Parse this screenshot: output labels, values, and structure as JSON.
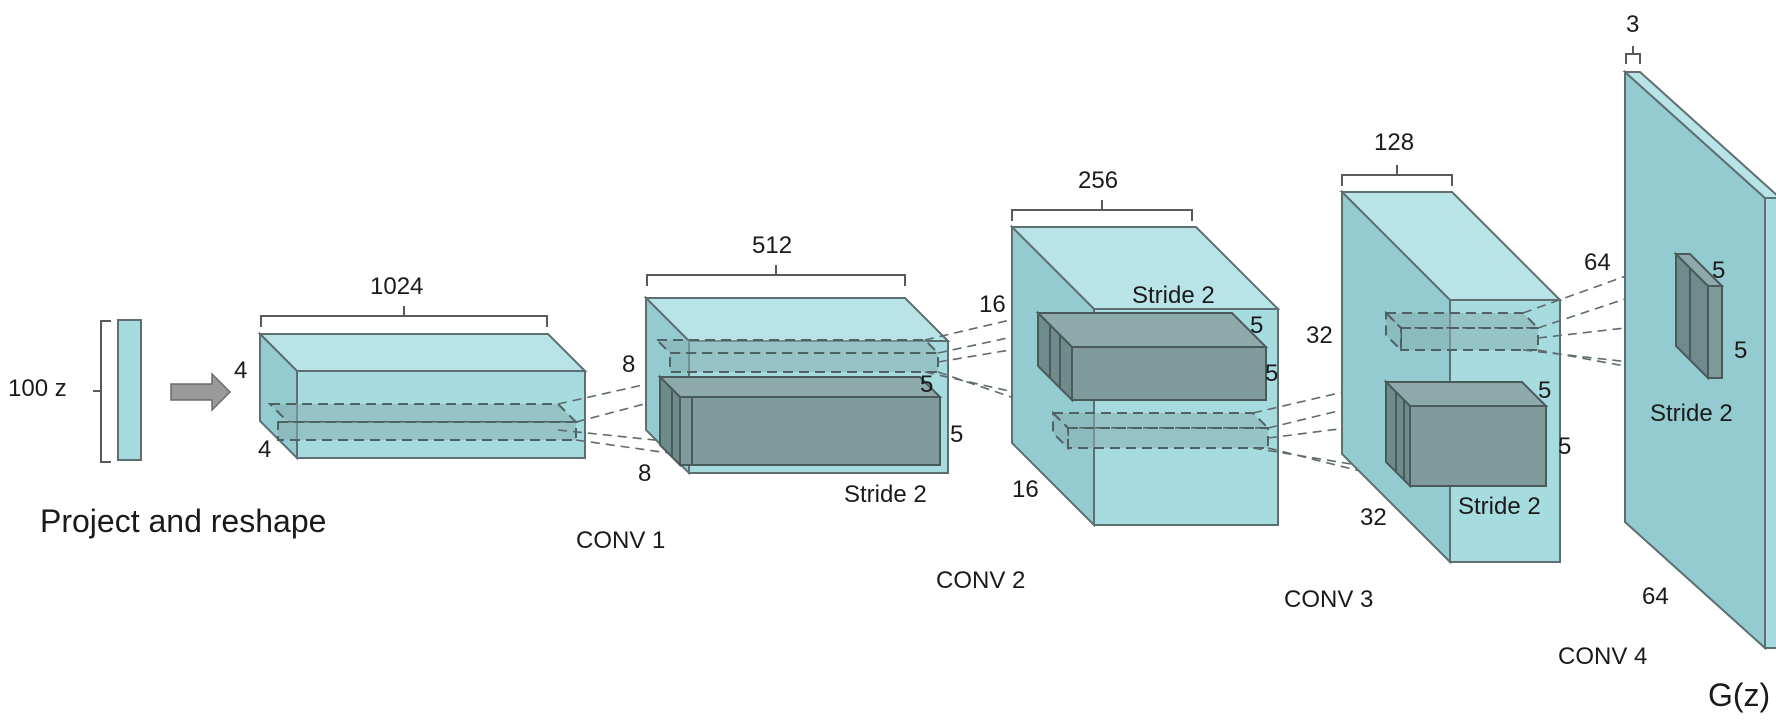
{
  "input": {
    "label": "100 z",
    "caption": "Project and reshape"
  },
  "layers": [
    {
      "id": "proj",
      "depth_label": "1024",
      "height_label": "4",
      "width_label": "4",
      "conv_label": ""
    },
    {
      "id": "conv1",
      "depth_label": "512",
      "height_label": "8",
      "width_label": "8",
      "conv_label": "CONV 1",
      "kernel_labels": [
        "5",
        "5"
      ],
      "stride_label": "Stride 2"
    },
    {
      "id": "conv2",
      "depth_label": "256",
      "height_label": "16",
      "width_label": "16",
      "conv_label": "CONV 2",
      "kernel_labels": [
        "5",
        "5"
      ],
      "stride_label": "Stride 2"
    },
    {
      "id": "conv3",
      "depth_label": "128",
      "height_label": "32",
      "width_label": "32",
      "conv_label": "CONV 3",
      "kernel_labels": [
        "5",
        "5"
      ],
      "stride_label": "Stride 2"
    },
    {
      "id": "conv4",
      "depth_label": "3",
      "height_label": "64",
      "width_label": "64",
      "conv_label": "CONV 4",
      "kernel_labels": [
        "5",
        "5"
      ],
      "stride_label": "Stride 2"
    }
  ],
  "output": {
    "label": "G(z)"
  },
  "colors": {
    "block_face": "#a6dbdf",
    "block_top": "#b9e4e7",
    "block_side": "#93cbd0",
    "kernel": "#7f9a9b",
    "arrow": "#9a9a9a"
  },
  "icons": {
    "arrow": "right-arrow-icon"
  }
}
